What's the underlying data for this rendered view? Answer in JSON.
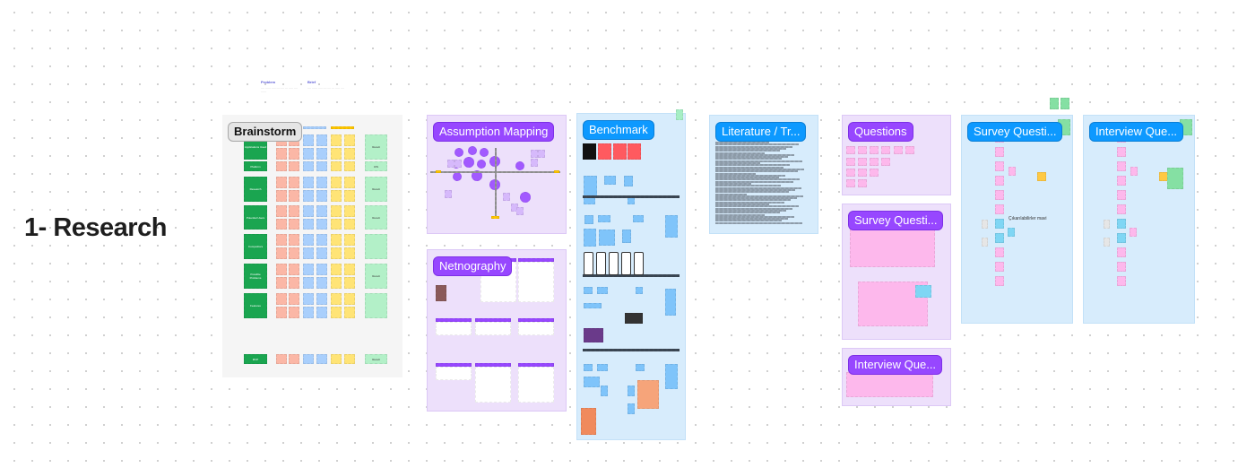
{
  "page_title": "1- Research",
  "brief": {
    "problem_heading": "Problem",
    "brief_heading": "Brief"
  },
  "sections": {
    "brainstorm": {
      "label": "Brainstorm"
    },
    "assumption_mapping": {
      "label": "Assumption Mapping"
    },
    "netnography": {
      "label": "Netnography"
    },
    "benchmark": {
      "label": "Benchmark"
    },
    "literature": {
      "label": "Literature / Tr..."
    },
    "questions": {
      "label": "Questions"
    },
    "survey_questions_purple": {
      "label": "Survey Questi..."
    },
    "interview_questions_purple": {
      "label": "Interview Que..."
    },
    "survey_questions_blue": {
      "label": "Survey Questi...",
      "note": "Çıkarılabilirler mavi"
    },
    "interview_questions_blue": {
      "label": "Interview Que..."
    }
  },
  "brainstorm_rows": [
    {
      "label": "Applications Used",
      "result": "Result"
    },
    {
      "label": "Platform",
      "result": "iOS"
    },
    {
      "label": "Research",
      "result": "Result"
    },
    {
      "label": "Potential Users",
      "result": "Result"
    },
    {
      "label": "Competitors",
      "result": ""
    },
    {
      "label": "Possible Problems",
      "result": "Result"
    },
    {
      "label": "Features",
      "result": ""
    },
    {
      "label": "MVP",
      "result": "Result"
    }
  ],
  "colors": {
    "section_purple": "#ede0fb",
    "section_blue": "#d7ecfc",
    "label_purple": "#9747ff",
    "label_blue": "#0d99ff",
    "sticky_green": "#1aa550",
    "sticky_red": "#fbb7a6",
    "sticky_blue": "#a9cffc",
    "sticky_yellow": "#ffe476",
    "sticky_light_green": "#b3f0c8",
    "sticky_pink": "#fdb8ec",
    "sticky_cyan": "#7fd6f4"
  }
}
